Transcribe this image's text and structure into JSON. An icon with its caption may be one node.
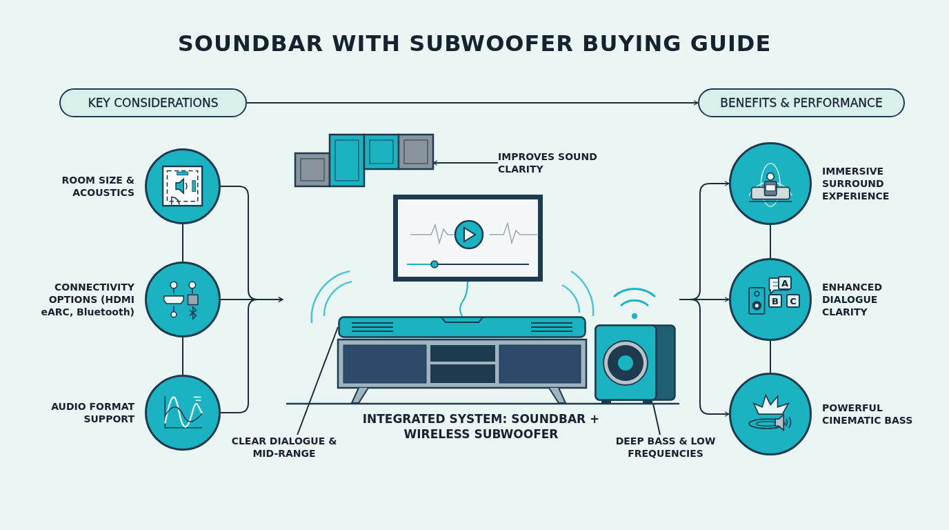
{
  "diagram": {
    "title": "SOUNDBAR WITH SUBWOOFER BUYING GUIDE",
    "nodes": [
      {
        "text": [
          "KEY CONSIDERATIONS"
        ]
      },
      {
        "text": [
          "BENEFITS & PERFORMANCE"
        ]
      },
      {
        "text": [],
        "shape": "circle",
        "beside": [
          "ROOM SIZE & ACOUSTICS"
        ]
      },
      {
        "text": [],
        "shape": "circle",
        "beside": [
          "CONNECTIVITY OPTIONS (HDMI eARC, Bluetooth)"
        ]
      },
      {
        "text": [],
        "shape": "circle",
        "beside": [
          "AUDIO FORMAT SUPPORT"
        ]
      },
      {
        "text": [],
        "shape": "picture",
        "beside": [
          "INTEGRATED SYSTEM: SOUNDBAR + WIRELESS SUBWOOFER"
        ]
      },
      {
        "text": [],
        "shape": "picture"
      },
      {
        "text": [],
        "shape": "picture",
        "in": 5
      },
      {
        "text": [],
        "shape": "picture",
        "in": 5
      },
      {
        "text": [
          "IMPROVES SOUND CLARITY"
        ]
      },
      {
        "text": [
          "CLEAR DIALOGUE & MID-RANGE"
        ]
      },
      {
        "text": [
          "DEEP BASS & LOW FREQUENCIES"
        ]
      },
      {
        "text": [],
        "shape": "circle",
        "beside": [
          "IMMERSIVE SURROUND EXPERIENCE"
        ]
      },
      {
        "text": [],
        "shape": "circle",
        "beside": [
          "ENHANCED DIALOGUE CLARITY"
        ]
      },
      {
        "text": [],
        "shape": "circle",
        "beside": [
          "POWERFUL CINEMATIC BASS"
        ]
      }
    ],
    "edges": [
      {
        "from": 0,
        "to": 1,
        "arrow": "to"
      },
      {
        "from": 2,
        "to": 3,
        "arrow": "none"
      },
      {
        "from": 3,
        "to": 4,
        "arrow": "none"
      },
      {
        "from": 2,
        "to": 5,
        "arrow": "to"
      },
      {
        "from": 3,
        "to": 5,
        "arrow": "to"
      },
      {
        "from": 4,
        "to": 5,
        "arrow": "to"
      },
      {
        "from": 9,
        "to": 6,
        "arrow": "to"
      },
      {
        "from": 10,
        "to": 7,
        "arrow": "none"
      },
      {
        "from": 11,
        "to": 8,
        "arrow": "none"
      },
      {
        "from": 5,
        "to": 12,
        "arrow": "to"
      },
      {
        "from": 5,
        "to": 13,
        "arrow": "to"
      },
      {
        "from": 5,
        "to": 14,
        "arrow": "to"
      },
      {
        "from": 12,
        "to": 13,
        "arrow": "none"
      },
      {
        "from": 13,
        "to": 14,
        "arrow": "none"
      }
    ],
    "labels": [
      "A",
      "B",
      "C"
    ]
  }
}
